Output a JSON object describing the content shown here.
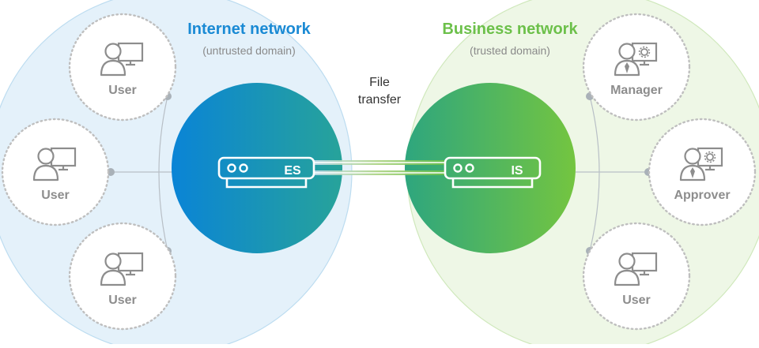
{
  "left": {
    "title": "Internet network",
    "subtitle": "(untrusted domain)",
    "server_label": "ES",
    "nodes": [
      "User",
      "User",
      "User"
    ]
  },
  "right": {
    "title": "Business network",
    "subtitle": "(trusted domain)",
    "server_label": "IS",
    "nodes": [
      "Manager",
      "Approver",
      "User"
    ]
  },
  "transfer": {
    "line1": "File",
    "line2": "transfer"
  },
  "colors": {
    "left_accent": "#1a8ad4",
    "right_accent": "#6cc04a",
    "left_zone": "#e4f1fa",
    "right_zone": "#eef7e6",
    "node_label": "#8d8d8d"
  },
  "icons": {
    "user": "user-computer-icon",
    "manager": "user-tie-settings-icon",
    "device": "server-device-icon"
  }
}
